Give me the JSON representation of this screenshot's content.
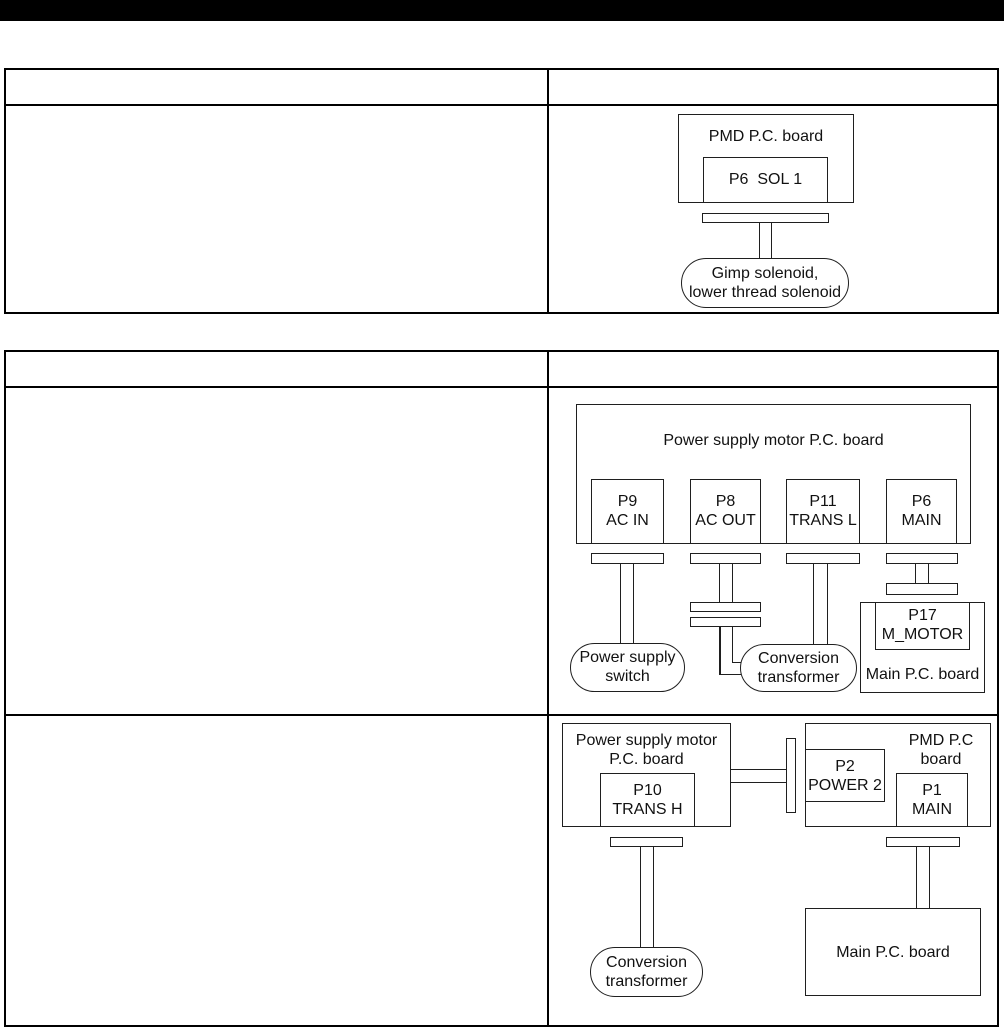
{
  "colors": {
    "top_bar": "#000000",
    "table_border": "#000000",
    "diagram_line": "#1f1f1f",
    "background": "#ffffff"
  },
  "diagram1": {
    "board_label": "PMD P.C. board",
    "connector_label": "P6  SOL 1",
    "solenoid_label": "Gimp solenoid,\nlower thread solenoid"
  },
  "diagram2": {
    "board_label": "Power supply motor P.C. board",
    "connectors": [
      {
        "label": "P9\nAC IN"
      },
      {
        "label": "P8\nAC OUT"
      },
      {
        "label": "P11\nTRANS L"
      },
      {
        "label": "P6\nMAIN"
      }
    ],
    "power_switch_label": "Power supply\nswitch",
    "transformer_label": "Conversion\ntransformer",
    "main_board": {
      "connector_label": "P17\nM_MOTOR",
      "label": "Main P.C. board"
    }
  },
  "diagram3": {
    "left_board_label": "Power supply motor\nP.C. board",
    "left_connector_label": "P10\nTRANS H",
    "right_board_label": "PMD P.C\nboard",
    "power_connector_label": "P2\nPOWER 2",
    "main_connector_label": "P1\nMAIN",
    "transformer_label": "Conversion\ntransformer",
    "main_board_label": "Main P.C. board"
  }
}
